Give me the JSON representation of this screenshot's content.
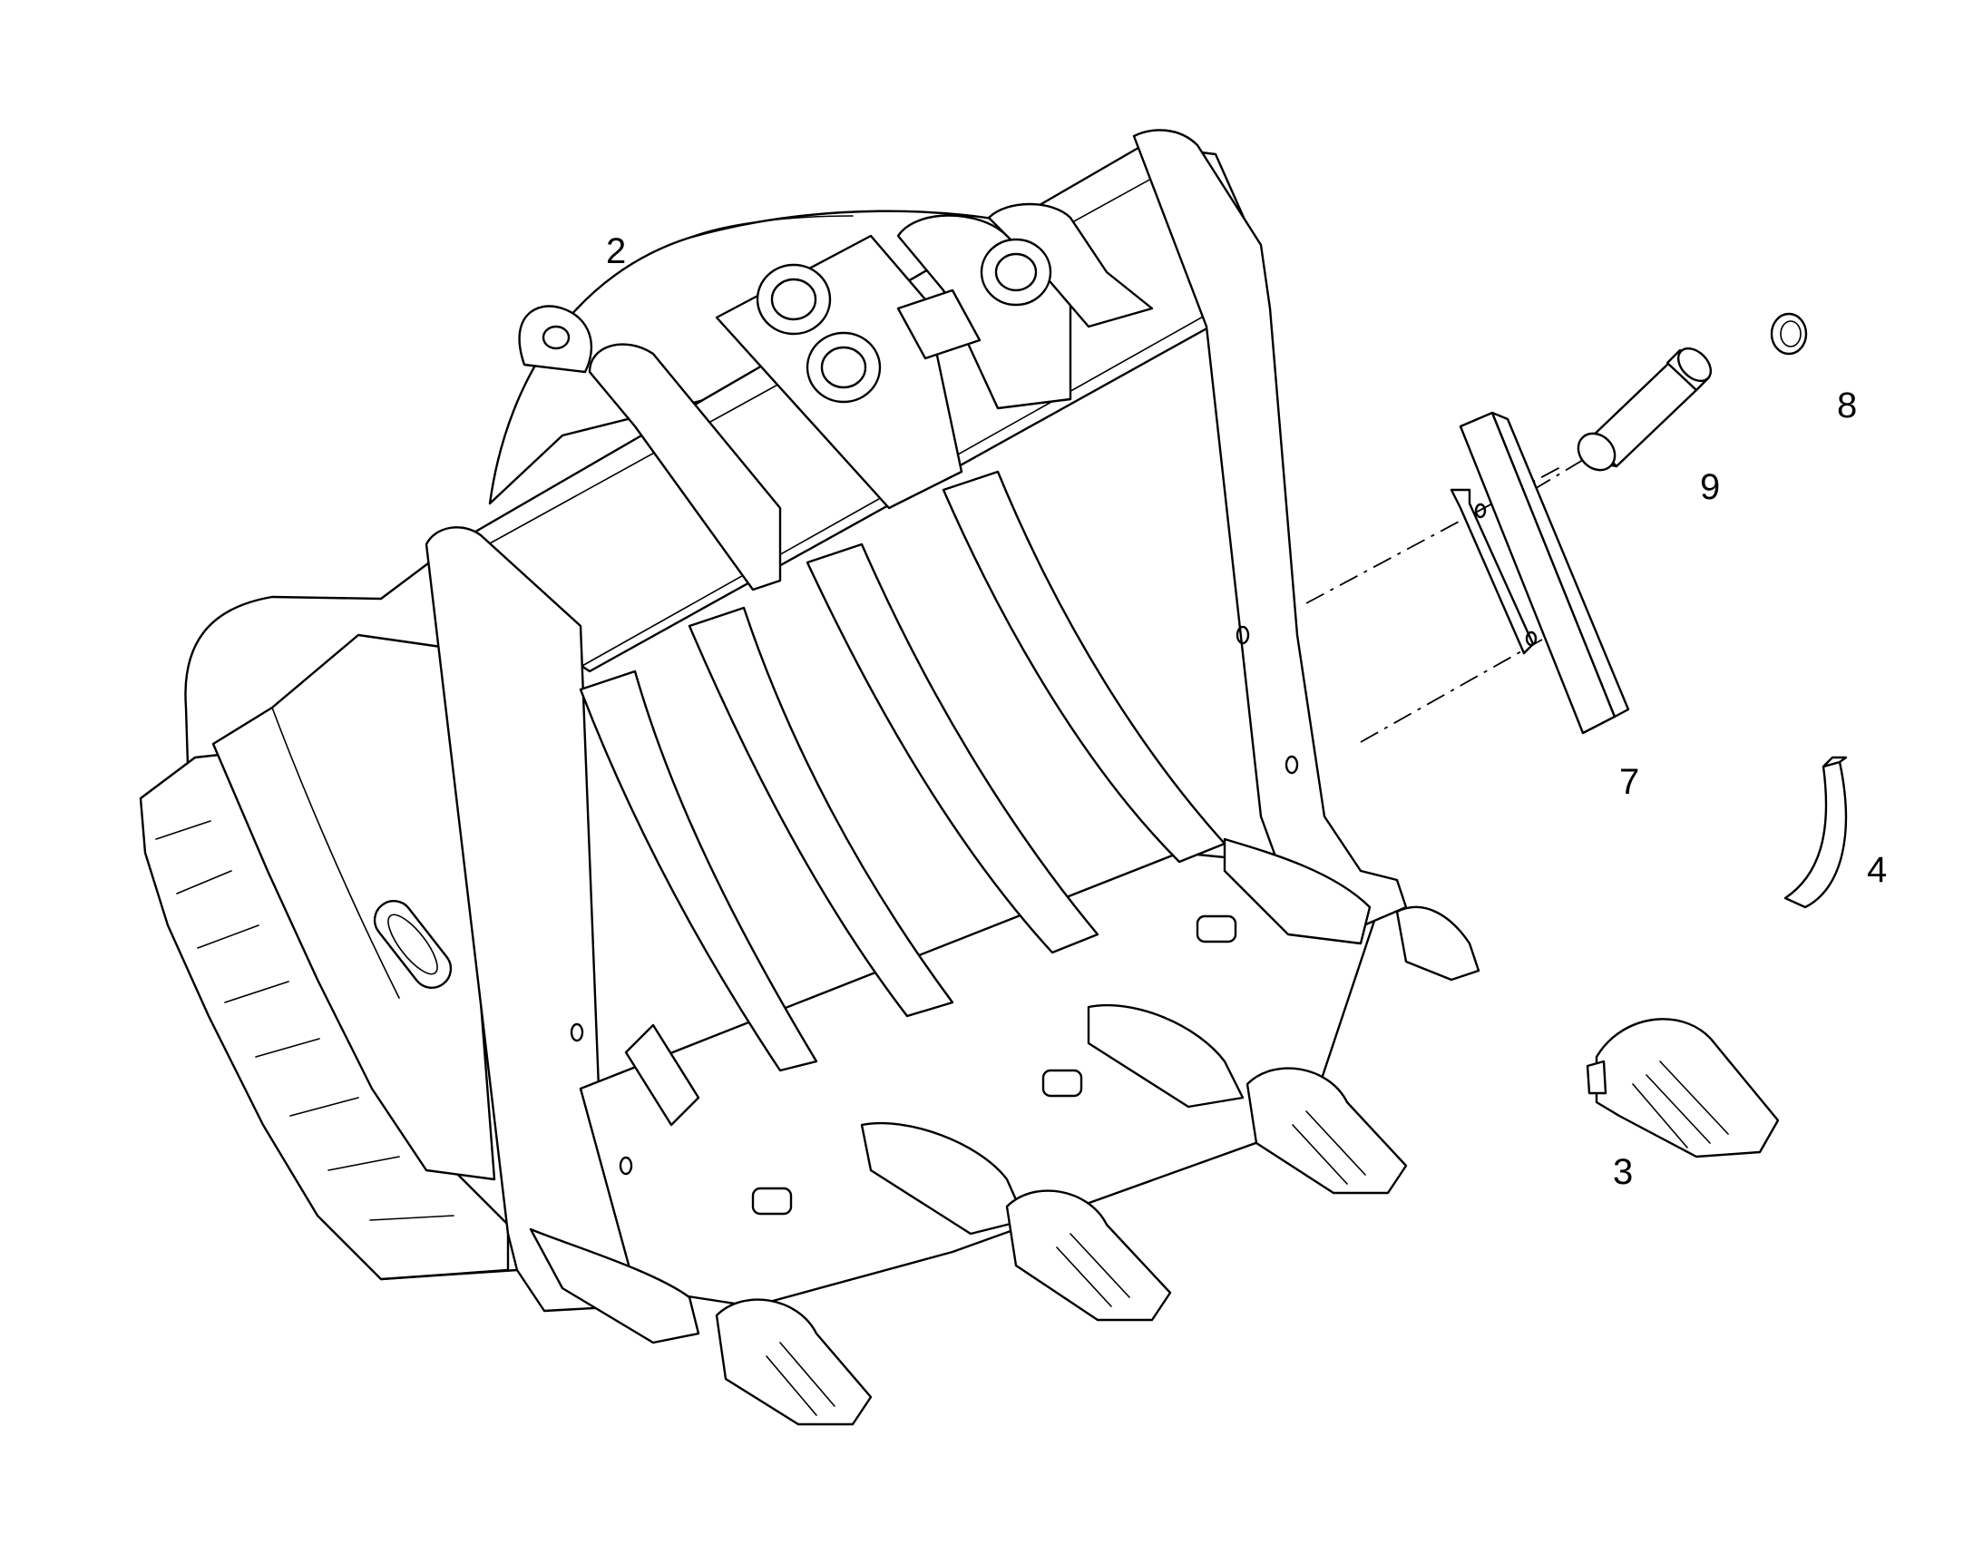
{
  "callouts": {
    "c2": "2",
    "c3": "3",
    "c4": "4",
    "c7": "7",
    "c8": "8",
    "c9": "9"
  }
}
